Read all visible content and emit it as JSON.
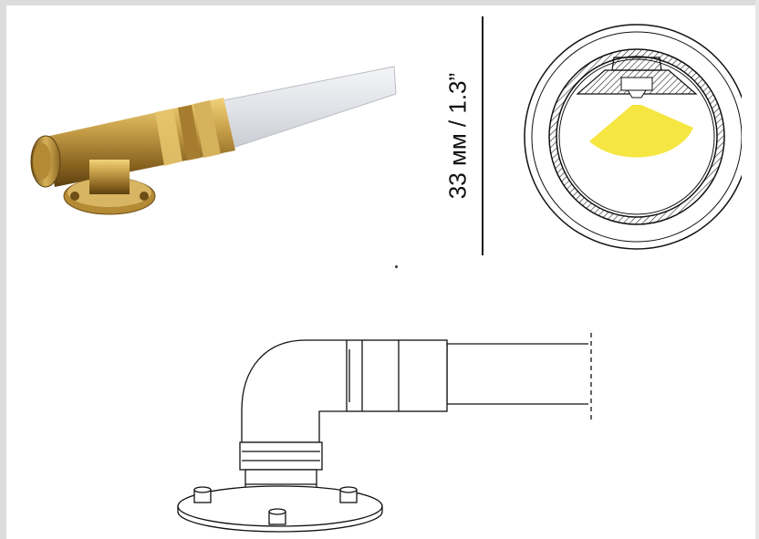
{
  "dimension": {
    "label": "33 мм / 1.3”"
  },
  "colors": {
    "brass": "#c9a14a",
    "brass_dark": "#7a5a1c",
    "tube": "#e4e6ea",
    "light_beam": "#f5e642",
    "line": "#111111"
  },
  "icons": {
    "photo": "brass-fitting-photo",
    "section": "cross-section-drawing",
    "side": "side-view-drawing"
  }
}
